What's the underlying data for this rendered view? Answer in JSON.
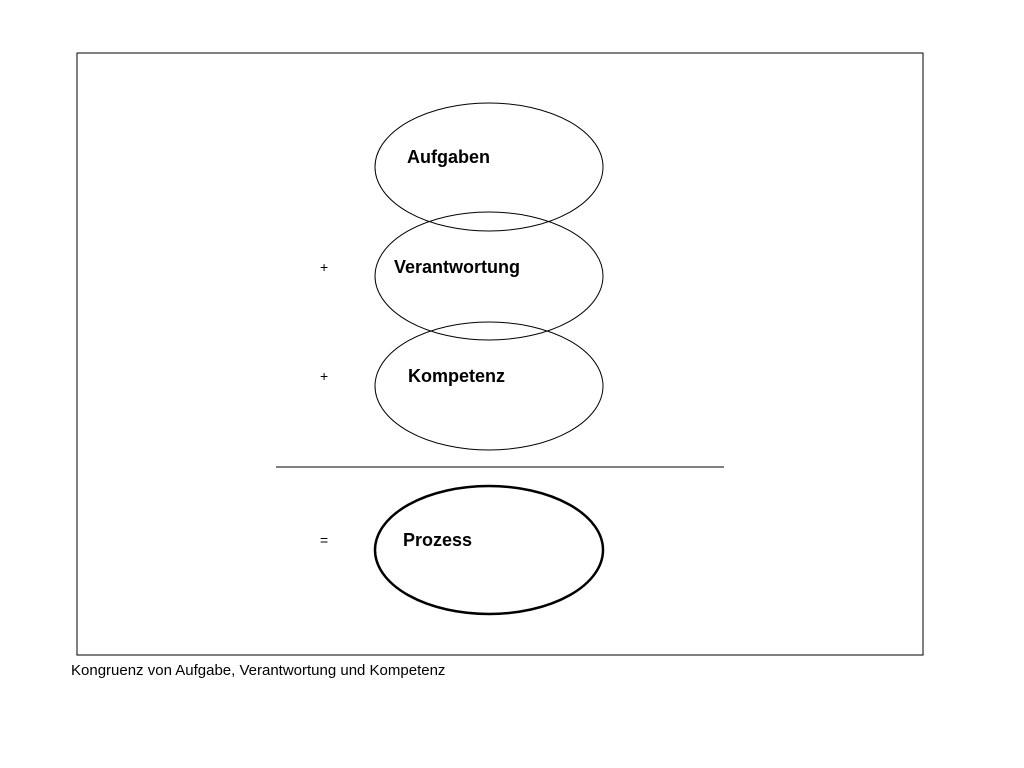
{
  "diagram": {
    "ellipses": {
      "aufgaben": "Aufgaben",
      "verantwortung": "Verantwortung",
      "kompetenz": "Kompetenz",
      "prozess": "Prozess"
    },
    "operators": {
      "plus_1": "+",
      "plus_2": "+",
      "equals": "="
    }
  },
  "caption": "Kongruenz von Aufgabe, Verantwortung und Kompetenz",
  "colors": {
    "stroke": "#000000",
    "background": "#ffffff"
  }
}
